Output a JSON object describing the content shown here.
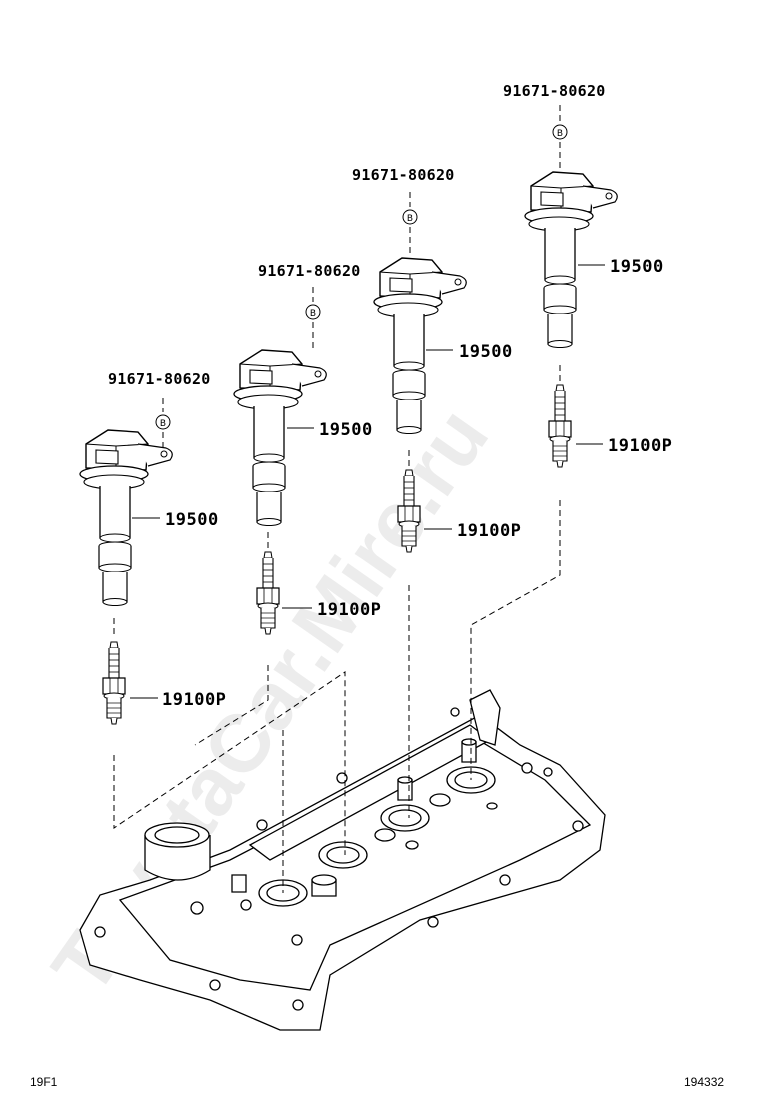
{
  "callouts": {
    "bolt_1": "91671-80620",
    "bolt_2": "91671-80620",
    "bolt_3": "91671-80620",
    "bolt_4": "91671-80620",
    "bolt_marker": "B",
    "coil_1": "19500",
    "coil_2": "19500",
    "coil_3": "19500",
    "coil_4": "19500",
    "plug_1": "19100P",
    "plug_2": "19100P",
    "plug_3": "19100P",
    "plug_4": "19100P"
  },
  "footer": {
    "left_code": "19F1",
    "right_code": "194332"
  },
  "watermark": "ToyotaCar.Mire.ru"
}
